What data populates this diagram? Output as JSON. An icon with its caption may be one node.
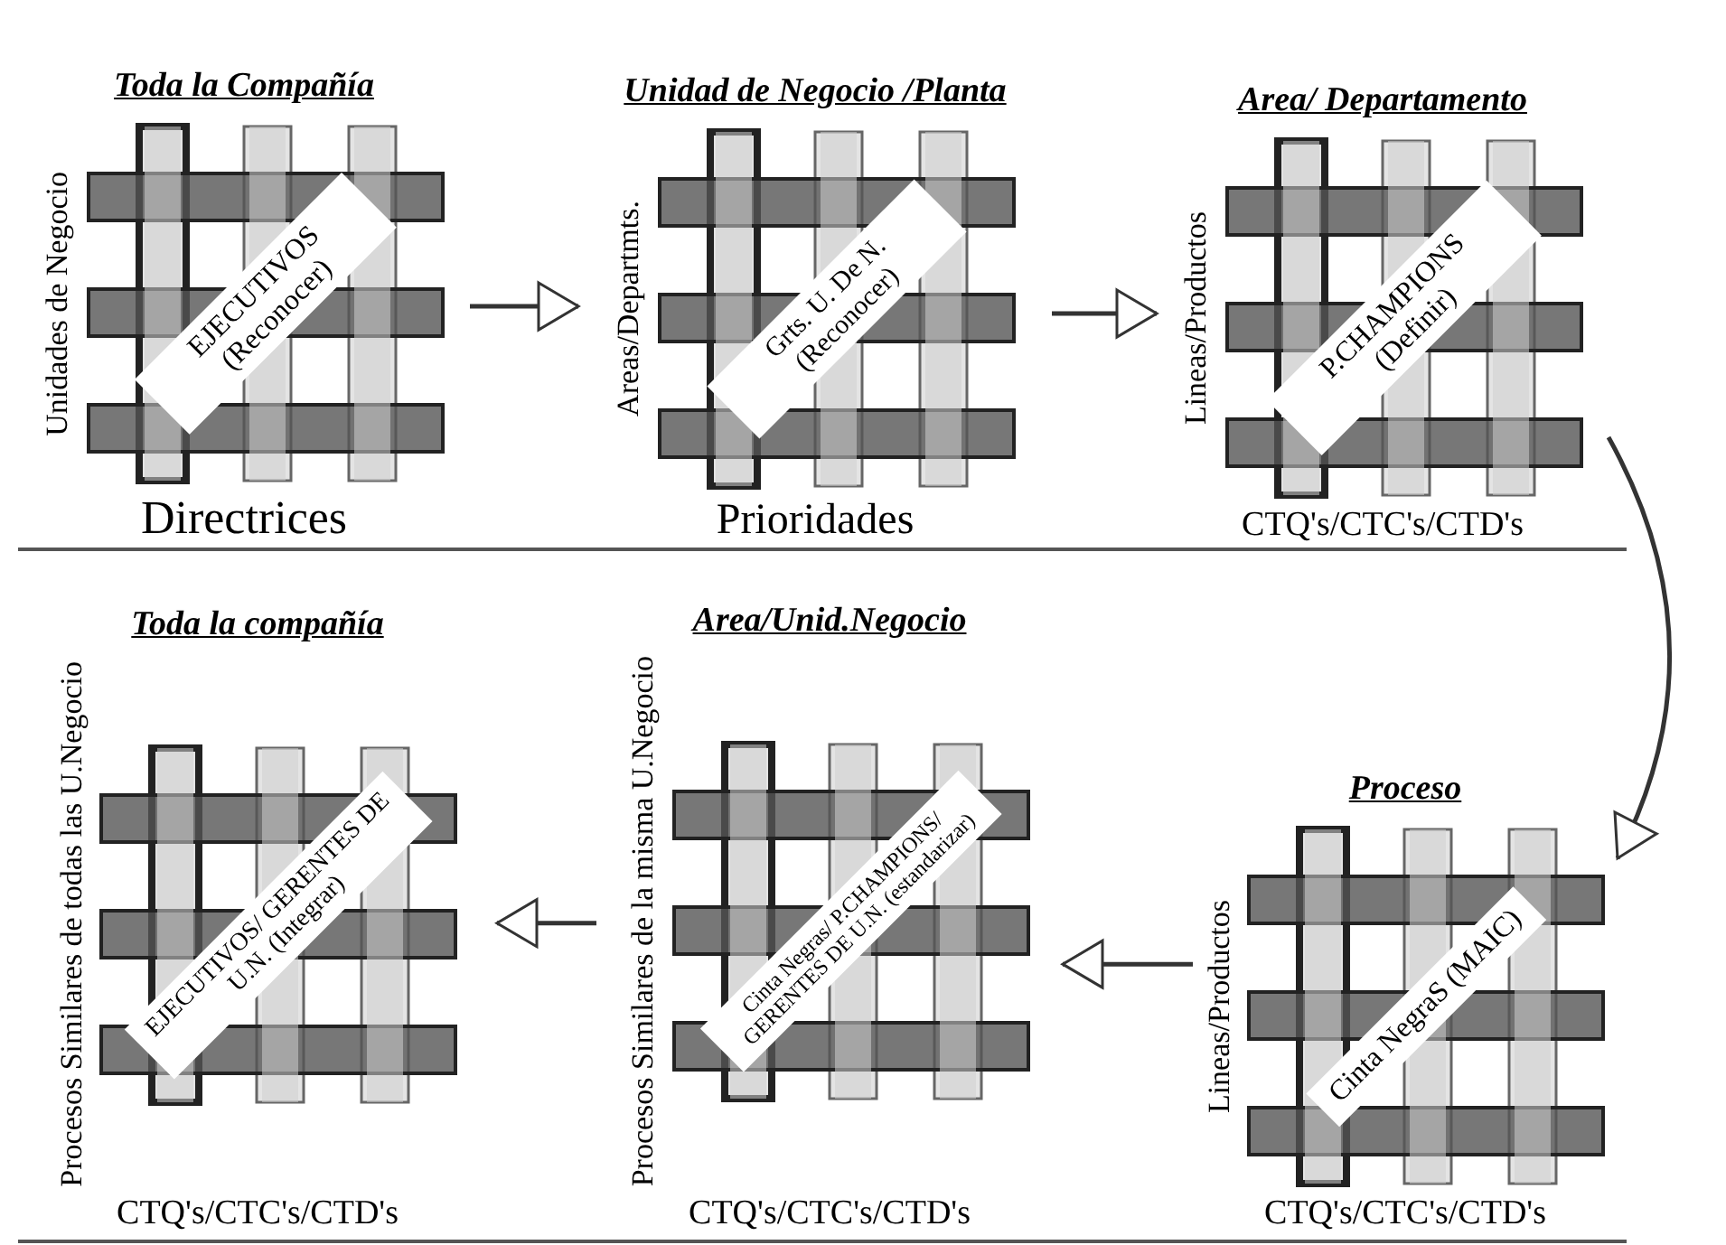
{
  "diagram": {
    "nodes": [
      {
        "text": [
          "Toda la Compañía",
          "EJECUTIVOS (Reconocer)",
          "Unidades de Negocio",
          "Directrices"
        ]
      },
      {
        "text": [
          "Unidad de Negocio /Planta",
          "Grts. U. De N. (Reconocer)",
          "Areas/Departmts.",
          "Prioridades"
        ]
      },
      {
        "text": [
          "Area/ Departamento",
          "P.CHAMPIONS (Definir)",
          "Lineas/Productos",
          "CTQ's/CTC's/CTD's"
        ]
      },
      {
        "text": [
          "Toda la compañía",
          "EJECUTIVOS/ GERENTES DE U.N. (Integrar)",
          "Procesos Similares de todas las U.Negocio",
          "CTQ's/CTC's/CTD's"
        ]
      },
      {
        "text": [
          "Area/Unid.Negocio",
          "Cinta Negras/ P.CHAMPIONS/ GERENTES DE U.N. (estandarizar)",
          "Procesos Similares de la misma U.Negocio",
          "CTQ's/CTC's/CTD's"
        ]
      },
      {
        "text": [
          "Proceso",
          "Cinta NegraS (MAIC)",
          "Lineas/Productos",
          "CTQ's/CTC's/CTD's"
        ]
      }
    ],
    "edges": [
      {
        "from": 0,
        "to": 1,
        "arrow": "to"
      },
      {
        "from": 1,
        "to": 2,
        "arrow": "to"
      },
      {
        "from": 2,
        "to": 5,
        "arrow": "to"
      },
      {
        "from": 5,
        "to": 4,
        "arrow": "to"
      },
      {
        "from": 4,
        "to": 3,
        "arrow": "to"
      }
    ]
  }
}
